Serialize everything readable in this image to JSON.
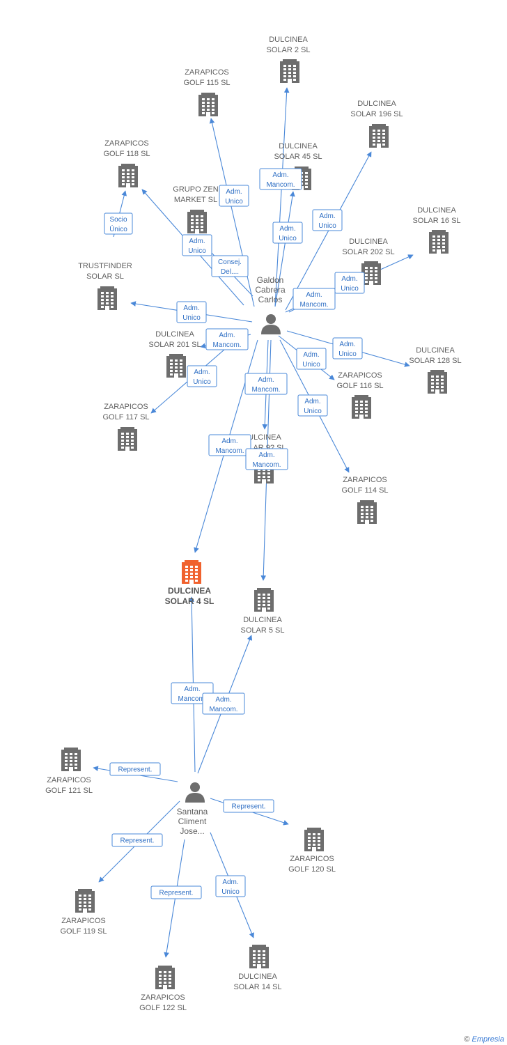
{
  "colors": {
    "edge": "#4a88d8",
    "edge_text": "#2f6fc4",
    "building": "#6d6d6d",
    "focus_building": "#f0622e",
    "label": "#5f5f5f"
  },
  "companies": [
    {
      "id": "dulcinea_solar_2",
      "lines": [
        "DULCINEA",
        "SOLAR 2 SL"
      ]
    },
    {
      "id": "zarapicos_golf_115",
      "lines": [
        "ZARAPICOS",
        "GOLF 115 SL"
      ]
    },
    {
      "id": "dulcinea_solar_196",
      "lines": [
        "DULCINEA",
        "SOLAR 196 SL"
      ]
    },
    {
      "id": "zarapicos_golf_118",
      "lines": [
        "ZARAPICOS",
        "GOLF 118 SL"
      ]
    },
    {
      "id": "dulcinea_solar_45",
      "lines": [
        "DULCINEA",
        "SOLAR 45 SL"
      ]
    },
    {
      "id": "grupo_zen_market",
      "lines": [
        "GRUPO ZEN",
        "MARKET  SL"
      ]
    },
    {
      "id": "dulcinea_solar_16",
      "lines": [
        "DULCINEA",
        "SOLAR 16 SL"
      ]
    },
    {
      "id": "dulcinea_solar_202",
      "lines": [
        "DULCINEA",
        "SOLAR 202 SL"
      ]
    },
    {
      "id": "trustfinder_solar",
      "lines": [
        "TRUSTFINDER",
        "SOLAR SL"
      ]
    },
    {
      "id": "dulcinea_solar_201",
      "lines": [
        "DULCINEA",
        "SOLAR 201 SL"
      ]
    },
    {
      "id": "dulcinea_solar_128",
      "lines": [
        "DULCINEA",
        "SOLAR 128 SL"
      ]
    },
    {
      "id": "zarapicos_golf_116",
      "lines": [
        "ZARAPICOS",
        "GOLF 116 SL"
      ]
    },
    {
      "id": "zarapicos_golf_117",
      "lines": [
        "ZARAPICOS",
        "GOLF 117 SL"
      ]
    },
    {
      "id": "dulcinea_solar_x",
      "lines": [
        "DULCINEA",
        "SOLAR 9? SL"
      ]
    },
    {
      "id": "zarapicos_golf_114",
      "lines": [
        "ZARAPICOS",
        "GOLF 114 SL"
      ]
    },
    {
      "id": "dulcinea_solar_4",
      "lines": [
        "DULCINEA",
        "SOLAR 4 SL"
      ],
      "focus": true
    },
    {
      "id": "dulcinea_solar_5",
      "lines": [
        "DULCINEA",
        "SOLAR 5 SL"
      ]
    },
    {
      "id": "zarapicos_golf_121",
      "lines": [
        "ZARAPICOS",
        "GOLF 121 SL"
      ]
    },
    {
      "id": "zarapicos_golf_120",
      "lines": [
        "ZARAPICOS",
        "GOLF 120 SL"
      ]
    },
    {
      "id": "zarapicos_golf_119",
      "lines": [
        "ZARAPICOS",
        "GOLF 119 SL"
      ]
    },
    {
      "id": "zarapicos_golf_122",
      "lines": [
        "ZARAPICOS",
        "GOLF 122 SL"
      ]
    },
    {
      "id": "dulcinea_solar_14",
      "lines": [
        "DULCINEA",
        "SOLAR 14 SL"
      ]
    }
  ],
  "persons": [
    {
      "id": "galdon",
      "lines": [
        "Galdon",
        "Cabrera",
        "Carlos"
      ]
    },
    {
      "id": "santana",
      "lines": [
        "Santana",
        "Climent",
        "Jose..."
      ]
    }
  ],
  "relations": [
    {
      "from": "galdon",
      "to": "dulcinea_solar_2",
      "lines": [
        "Adm.",
        "Mancom."
      ]
    },
    {
      "from": "galdon",
      "to": "zarapicos_golf_115",
      "lines": [
        "Adm.",
        "Unico"
      ]
    },
    {
      "from": "galdon",
      "to": "dulcinea_solar_196",
      "lines": [
        "Adm.",
        "Unico"
      ]
    },
    {
      "from": "galdon",
      "to": "dulcinea_solar_45",
      "lines": [
        "Adm.",
        "Unico"
      ]
    },
    {
      "from": "galdon",
      "to": "zarapicos_golf_118",
      "lines": [
        "Adm.",
        "Unico"
      ]
    },
    {
      "from": "galdon",
      "to": "grupo_zen_market",
      "lines": [
        "Consej.",
        "Del...."
      ]
    },
    {
      "from": "trustfinder_solar",
      "to": "zarapicos_golf_118",
      "lines": [
        "Socio",
        "Único"
      ]
    },
    {
      "from": "galdon",
      "to": "dulcinea_solar_16",
      "lines": [
        "Adm.",
        "Unico"
      ]
    },
    {
      "from": "galdon",
      "to": "dulcinea_solar_202",
      "lines": [
        "Adm.",
        "Mancom."
      ]
    },
    {
      "from": "galdon",
      "to": "trustfinder_solar",
      "lines": [
        "Adm.",
        "Unico"
      ]
    },
    {
      "from": "galdon",
      "to": "dulcinea_solar_201",
      "lines": [
        "Adm.",
        "Mancom."
      ]
    },
    {
      "from": "galdon",
      "to": "zarapicos_golf_117",
      "lines": [
        "Adm.",
        "Unico"
      ]
    },
    {
      "from": "galdon",
      "to": "dulcinea_solar_128",
      "lines": [
        "Adm.",
        "Unico"
      ]
    },
    {
      "from": "galdon",
      "to": "zarapicos_golf_116",
      "lines": [
        "Adm.",
        "Unico"
      ]
    },
    {
      "from": "galdon",
      "to": "zarapicos_golf_114",
      "lines": [
        "Adm.",
        "Unico"
      ]
    },
    {
      "from": "galdon",
      "to": "dulcinea_solar_x",
      "lines": [
        "Adm.",
        "Mancom."
      ]
    },
    {
      "from": "galdon",
      "to": "dulcinea_solar_4",
      "lines": [
        "Adm.",
        "Mancom."
      ]
    },
    {
      "from": "galdon",
      "to": "dulcinea_solar_5",
      "lines": [
        "Adm.",
        "Mancom."
      ]
    },
    {
      "from": "santana",
      "to": "dulcinea_solar_4",
      "lines": [
        "Adm.",
        "Mancom."
      ]
    },
    {
      "from": "santana",
      "to": "dulcinea_solar_5",
      "lines": [
        "Adm.",
        "Mancom."
      ]
    },
    {
      "from": "santana",
      "to": "zarapicos_golf_121",
      "lines": [
        "Represent."
      ]
    },
    {
      "from": "santana",
      "to": "zarapicos_golf_120",
      "lines": [
        "Represent."
      ]
    },
    {
      "from": "santana",
      "to": "zarapicos_golf_119",
      "lines": [
        "Represent."
      ]
    },
    {
      "from": "santana",
      "to": "zarapicos_golf_122",
      "lines": [
        "Represent."
      ]
    },
    {
      "from": "santana",
      "to": "dulcinea_solar_14",
      "lines": [
        "Adm.",
        "Unico"
      ]
    }
  ],
  "footer": {
    "copyright": "©",
    "brand": "Empresia"
  }
}
